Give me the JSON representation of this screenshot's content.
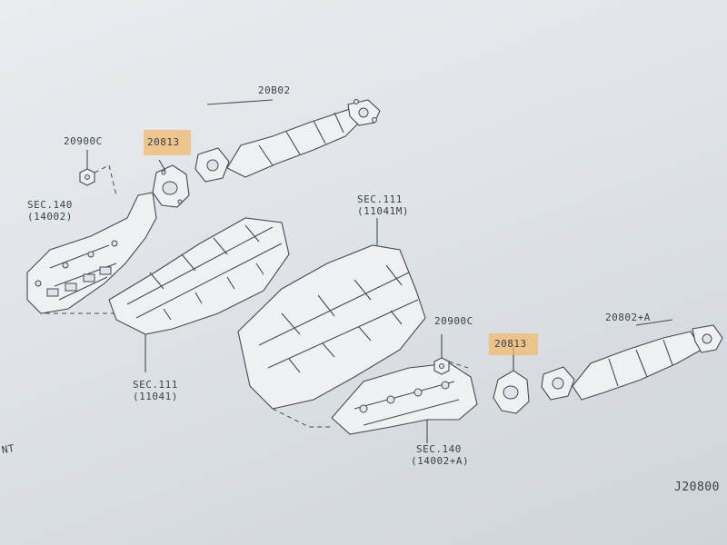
{
  "labels": {
    "cat_upper": "20B02",
    "cat_lower": "20802+A",
    "nut_upper": "20900C",
    "nut_lower": "20900C",
    "gasket_upper": "20813",
    "gasket_lower": "20813",
    "sec140_upper_title": "SEC.140",
    "sec140_upper_ref": "(14002)",
    "sec111_upper_title": "SEC.111",
    "sec111_upper_ref": "(11041M)",
    "sec111_lower_title": "SEC.111",
    "sec111_lower_ref": "(11041)",
    "sec140_lower_title": "SEC.140",
    "sec140_lower_ref": "(14002+A)",
    "drawing_id": "J20800",
    "edge_text": "NT"
  },
  "colors": {
    "highlight": "#f0b96e",
    "line": "#454a55",
    "background": "#e2e6ea"
  }
}
